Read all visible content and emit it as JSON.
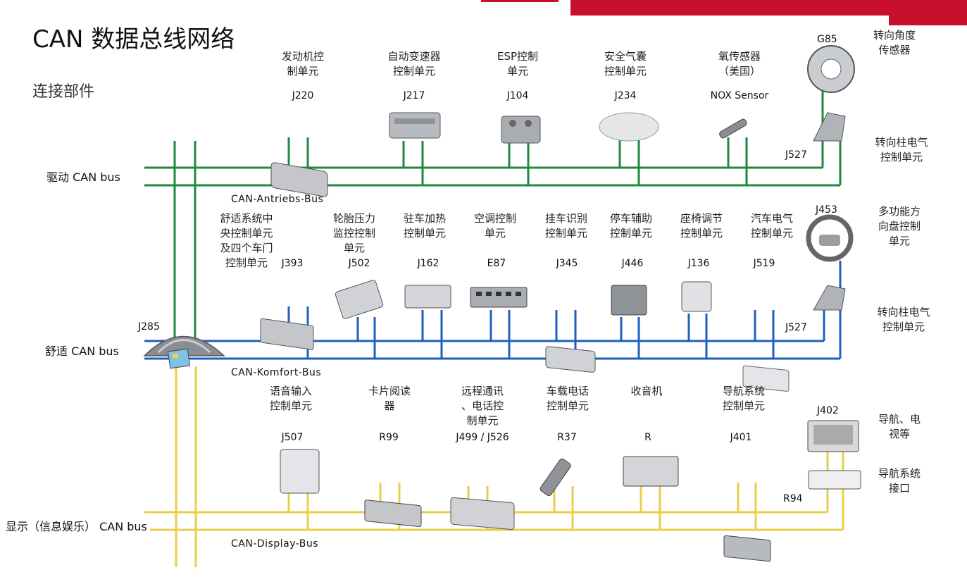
{
  "header": {
    "title": "CAN 数据总线网络",
    "subtitle": "连接部件",
    "accent_color": "#c8102e"
  },
  "buses": {
    "drive": {
      "label": "驱动 CAN bus",
      "name": "CAN-Antriebs-Bus",
      "color": "#1e8a3c"
    },
    "comfort": {
      "label": "舒适 CAN bus",
      "name": "CAN-Komfort-Bus",
      "color": "#1f5fbf"
    },
    "display": {
      "label": "显示（信息娱乐） CAN bus",
      "name": "CAN-Display-Bus",
      "color": "#e8cf4a"
    },
    "gateway_code": "J285"
  },
  "drive_units": [
    {
      "label": "发动机控\n制单元",
      "code": "J220"
    },
    {
      "label": "自动变速器\n控制单元",
      "code": "J217"
    },
    {
      "label": "ESP控制\n单元",
      "code": "J104"
    },
    {
      "label": "安全气囊\n控制单元",
      "code": "J234"
    },
    {
      "label": "氧传感器\n（美国）",
      "code": "NOX Sensor"
    }
  ],
  "drive_right": {
    "g85_code": "G85",
    "g85_label": "转向角度\n传感器",
    "j527_code": "J527",
    "j527_label": "转向柱电气\n控制单元"
  },
  "comfort_units": [
    {
      "label": "舒适系统中\n央控制单元\n及四个车门\n控制单元",
      "code": "J393"
    },
    {
      "label": "轮胎压力\n监控控制\n单元",
      "code": "J502"
    },
    {
      "label": "驻车加热\n控制单元",
      "code": "J162"
    },
    {
      "label": "空调控制\n单元",
      "code": "E87"
    },
    {
      "label": "挂车识别\n控制单元",
      "code": "J345"
    },
    {
      "label": "停车辅助\n控制单元",
      "code": "J446"
    },
    {
      "label": "座椅调节\n控制单元",
      "code": "J136"
    },
    {
      "label": "汽车电气\n控制单元",
      "code": "J519"
    }
  ],
  "comfort_right": {
    "j453_code": "J453",
    "j453_label": "多功能方\n向盘控制\n单元",
    "j527_code": "J527",
    "j527_label": "转向柱电气\n控制单元"
  },
  "display_units": [
    {
      "label": "语音输入\n控制单元",
      "code": "J507"
    },
    {
      "label": "卡片阅读\n器",
      "code": "R99"
    },
    {
      "label": "远程通讯\n、电话控\n制单元",
      "code": "J499 / J526"
    },
    {
      "label": "车载电话\n控制单元",
      "code": "R37"
    },
    {
      "label": "收音机",
      "code": "R"
    },
    {
      "label": "导航系统\n控制单元",
      "code": "J401"
    }
  ],
  "display_right": {
    "j402_code": "J402",
    "j402_label": "导航、电\n视等",
    "r94_code": "R94",
    "r94_label": "导航系统\n接口"
  }
}
